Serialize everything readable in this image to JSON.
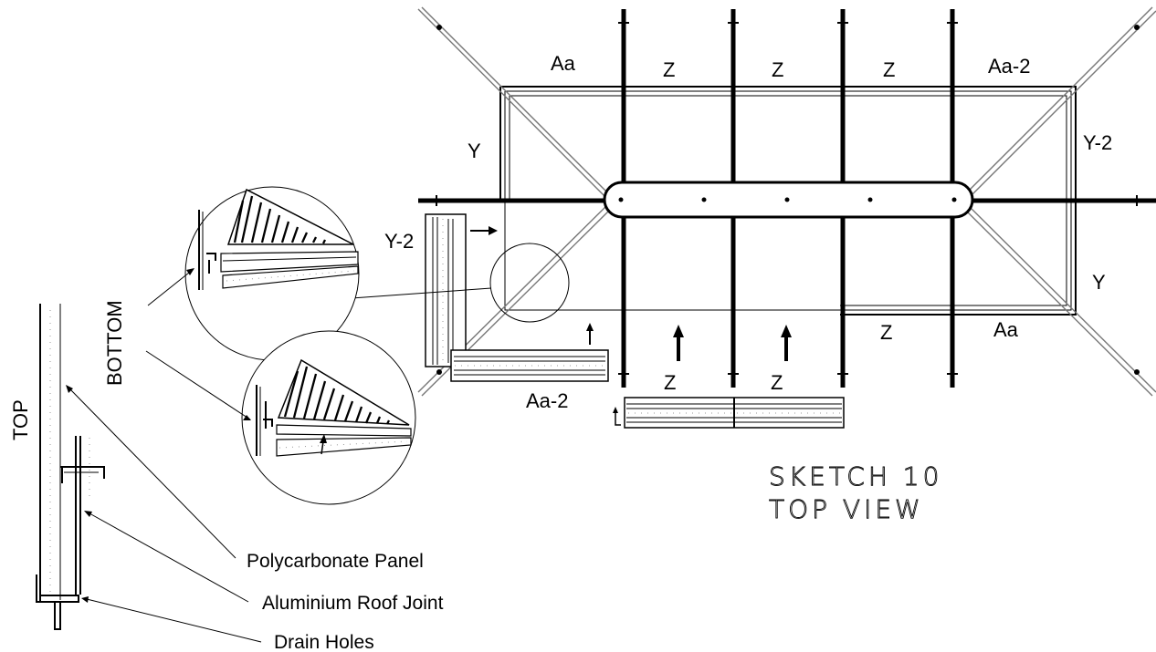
{
  "title": {
    "line1": "SKETCH  10",
    "line2": "TOP  VIEW"
  },
  "side_labels": {
    "top": "TOP",
    "bottom": "BOTTOM"
  },
  "callouts": {
    "polycarbonate": "Polycarbonate Panel",
    "joint": "Aluminium Roof Joint",
    "drain": "Drain Holes"
  },
  "panel_labels": {
    "aa_top": "Aa",
    "z1_top": "Z",
    "z2_top": "Z",
    "z3_top": "Z",
    "aa2_top": "Aa-2",
    "y_left": "Y",
    "y2_right": "Y-2",
    "y2_left": "Y-2",
    "y_right": "Y",
    "z_bottom_right": "Z",
    "aa_bottom_right": "Aa",
    "z_bottom1": "Z",
    "z_bottom2": "Z",
    "aa2_bottom": "Aa-2"
  }
}
